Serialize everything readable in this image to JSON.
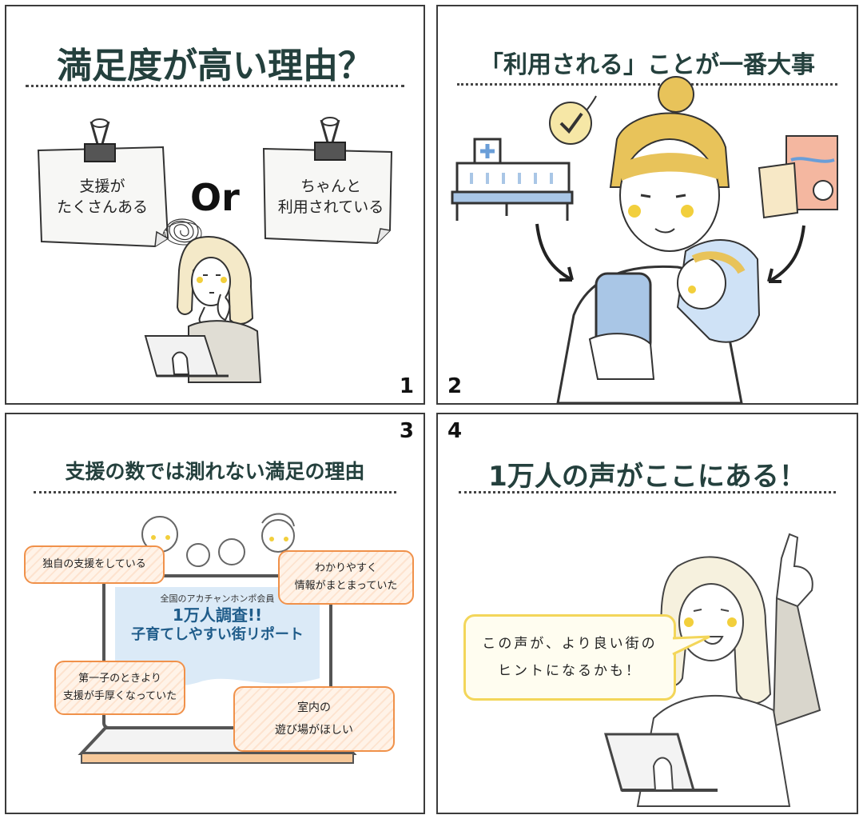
{
  "panels": [
    {
      "number": "1",
      "title": "満足度が高い理由？",
      "note_left": [
        "支援が",
        "たくさんある"
      ],
      "or_text": "Or",
      "note_right": [
        "ちゃんと",
        "利用されている"
      ]
    },
    {
      "number": "2",
      "title": "「利用される」ことが一番大事"
    },
    {
      "number": "3",
      "title": "支援の数では測れない満足の理由",
      "screen_small": "全国のアカチャンホンポ会員",
      "screen_big1": "1万人調査!!",
      "screen_big2": "子育てしやすい街リポート",
      "bubbles": [
        [
          "独自の支援をしている"
        ],
        [
          "わかりやすく",
          "情報がまとまっていた"
        ],
        [
          "第一子のときより",
          "支援が手厚くなっていた"
        ],
        [
          "室内の",
          "遊び場がほしい"
        ]
      ]
    },
    {
      "number": "4",
      "title": "1万人の声がここにある！",
      "bubble": [
        "この声が、より良い街の",
        "ヒントになるかも！"
      ]
    }
  ],
  "colors": {
    "title": "#24403d",
    "accent_yellow": "#e8c35a",
    "bubble_orange": "#f0914a",
    "bubble_yellow": "#f3d65a",
    "blue": "#a9c6e6"
  }
}
